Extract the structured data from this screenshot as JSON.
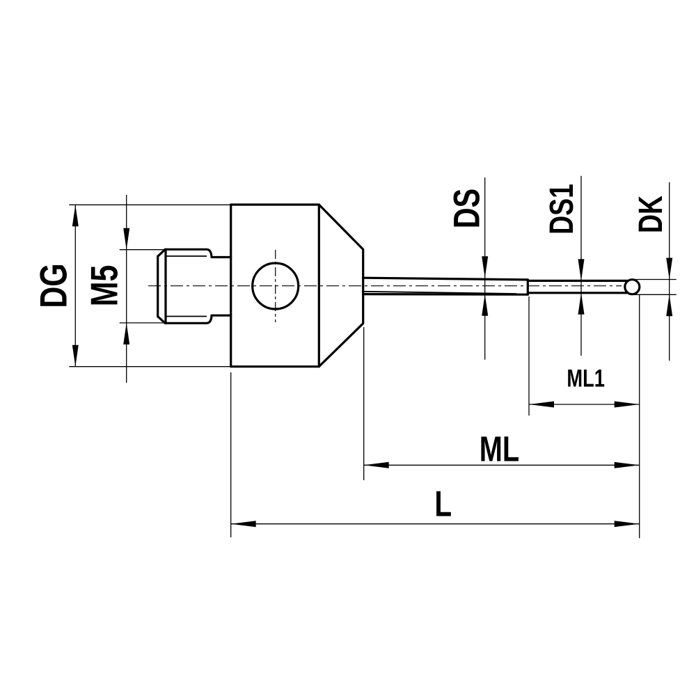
{
  "drawing": {
    "kind": "stylus-technical-drawing",
    "background_color": "#ffffff",
    "line_color": "#000000"
  },
  "dimensions": {
    "dg": {
      "label": "DG",
      "orientation": "vertical"
    },
    "m5": {
      "label": "M5",
      "orientation": "vertical"
    },
    "ds": {
      "label": "DS",
      "orientation": "vertical"
    },
    "ds1": {
      "label": "DS1",
      "orientation": "vertical"
    },
    "dk": {
      "label": "DK",
      "orientation": "vertical"
    },
    "ml1": {
      "label": "ML1",
      "orientation": "horizontal"
    },
    "ml": {
      "label": "ML",
      "orientation": "horizontal"
    },
    "l": {
      "label": "L",
      "orientation": "horizontal"
    }
  }
}
